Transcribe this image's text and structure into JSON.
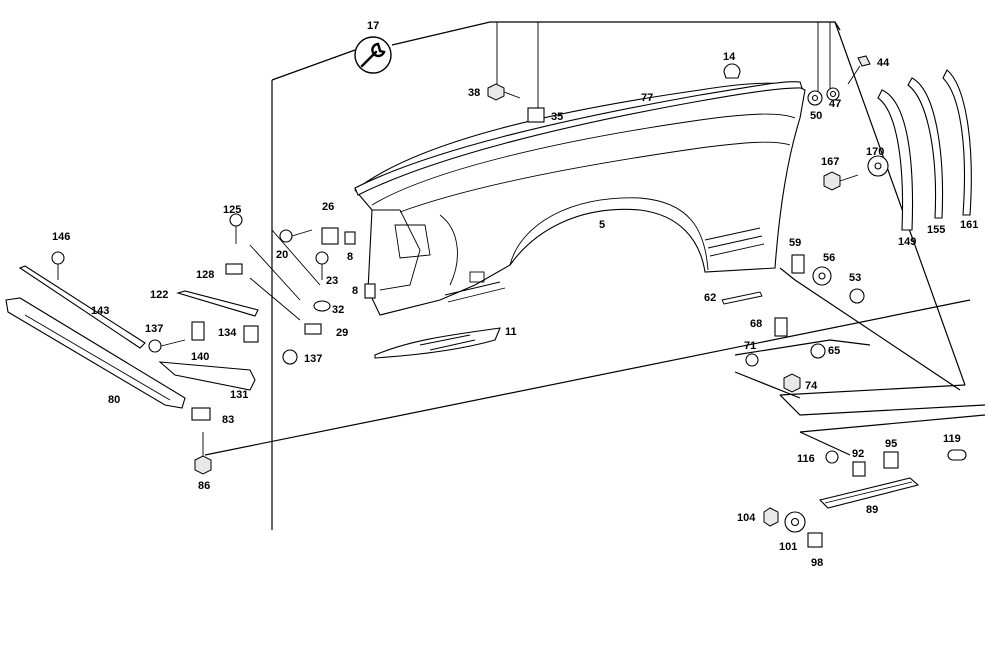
{
  "diagram": {
    "title": "Front fender assembly exploded parts diagram",
    "tool_symbol": "wrench-icon",
    "tool_label": "17",
    "callouts": [
      {
        "id": "p5",
        "label": "5",
        "part": "front fender"
      },
      {
        "id": "p8a",
        "label": "8",
        "part": "bracket"
      },
      {
        "id": "p8b",
        "label": "8",
        "part": "bracket"
      },
      {
        "id": "p11",
        "label": "11",
        "part": "lower panel"
      },
      {
        "id": "p14",
        "label": "14",
        "part": "plug"
      },
      {
        "id": "p17",
        "label": "17",
        "part": "tool reference"
      },
      {
        "id": "p20",
        "label": "20",
        "part": "screw"
      },
      {
        "id": "p23",
        "label": "23",
        "part": "screw"
      },
      {
        "id": "p26",
        "label": "26",
        "part": "clip nut"
      },
      {
        "id": "p29",
        "label": "29",
        "part": "clip"
      },
      {
        "id": "p32",
        "label": "32",
        "part": "washer"
      },
      {
        "id": "p35",
        "label": "35",
        "part": "clip nut"
      },
      {
        "id": "p38",
        "label": "38",
        "part": "hex bolt"
      },
      {
        "id": "p44",
        "label": "44",
        "part": "bolt"
      },
      {
        "id": "p47",
        "label": "47",
        "part": "washer"
      },
      {
        "id": "p50",
        "label": "50",
        "part": "washer"
      },
      {
        "id": "p53",
        "label": "53",
        "part": "screw"
      },
      {
        "id": "p56",
        "label": "56",
        "part": "washer"
      },
      {
        "id": "p59",
        "label": "59",
        "part": "clip nut"
      },
      {
        "id": "p62",
        "label": "62",
        "part": "strip"
      },
      {
        "id": "p65",
        "label": "65",
        "part": "screw"
      },
      {
        "id": "p68",
        "label": "68",
        "part": "clip nut"
      },
      {
        "id": "p71",
        "label": "71",
        "part": "washer"
      },
      {
        "id": "p74",
        "label": "74",
        "part": "hex bolt"
      },
      {
        "id": "p77",
        "label": "77",
        "part": "trim molding"
      },
      {
        "id": "p80",
        "label": "80",
        "part": "support rail"
      },
      {
        "id": "p83",
        "label": "83",
        "part": "clip nut"
      },
      {
        "id": "p86",
        "label": "86",
        "part": "bolt"
      },
      {
        "id": "p89",
        "label": "89",
        "part": "trim strip"
      },
      {
        "id": "p92",
        "label": "92",
        "part": "clip"
      },
      {
        "id": "p95",
        "label": "95",
        "part": "clip"
      },
      {
        "id": "p98",
        "label": "98",
        "part": "clip nut"
      },
      {
        "id": "p101",
        "label": "101",
        "part": "washer"
      },
      {
        "id": "p104",
        "label": "104",
        "part": "nut"
      },
      {
        "id": "p116",
        "label": "116",
        "part": "washer"
      },
      {
        "id": "p119",
        "label": "119",
        "part": "plug"
      },
      {
        "id": "p122",
        "label": "122",
        "part": "strip"
      },
      {
        "id": "p125",
        "label": "125",
        "part": "screw"
      },
      {
        "id": "p128",
        "label": "128",
        "part": "clip"
      },
      {
        "id": "p131",
        "label": "131",
        "part": "panel"
      },
      {
        "id": "p134",
        "label": "134",
        "part": "clip nut"
      },
      {
        "id": "p137a",
        "label": "137",
        "part": "screw"
      },
      {
        "id": "p137b",
        "label": "137",
        "part": "screw"
      },
      {
        "id": "p140",
        "label": "140",
        "part": "clip nut"
      },
      {
        "id": "p143",
        "label": "143",
        "part": "seal strip"
      },
      {
        "id": "p146",
        "label": "146",
        "part": "screw"
      },
      {
        "id": "p149",
        "label": "149",
        "part": "wheel arch trim"
      },
      {
        "id": "p155",
        "label": "155",
        "part": "wheel arch trim"
      },
      {
        "id": "p161",
        "label": "161",
        "part": "wheel arch trim"
      },
      {
        "id": "p167",
        "label": "167",
        "part": "hex bolt"
      },
      {
        "id": "p170",
        "label": "170",
        "part": "washer"
      }
    ]
  }
}
